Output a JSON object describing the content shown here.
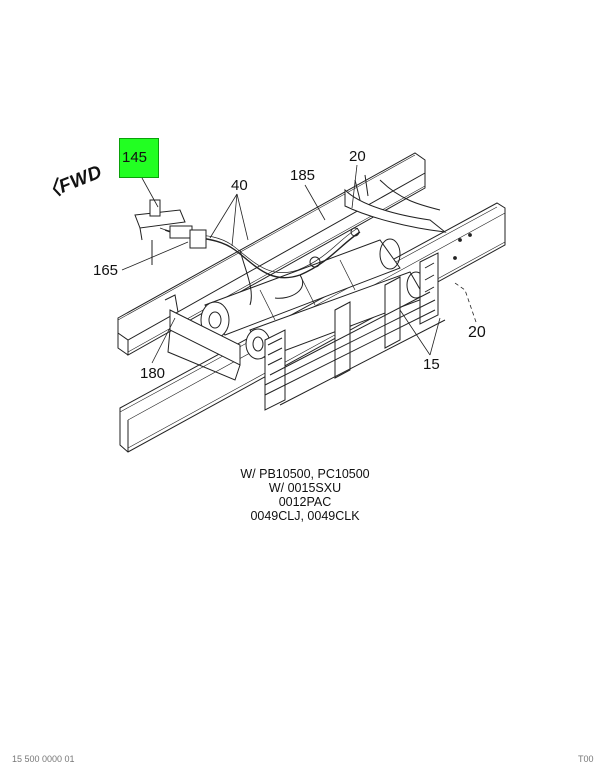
{
  "callouts": {
    "highlighted": "145",
    "c40": "40",
    "c185": "185",
    "c20_top": "20",
    "c165": "165",
    "c180": "180",
    "c15": "15",
    "c20_right": "20"
  },
  "fwd_label": "FWD",
  "notes": [
    "W/ PB10500, PC10500",
    "W/ 0015SXU",
    "0012PAC",
    "0049CLJ, 0049CLK"
  ],
  "footer": {
    "left": "15 500 0000 01",
    "right": "T00"
  },
  "colors": {
    "highlight": "#22ff22",
    "line": "#222222"
  }
}
